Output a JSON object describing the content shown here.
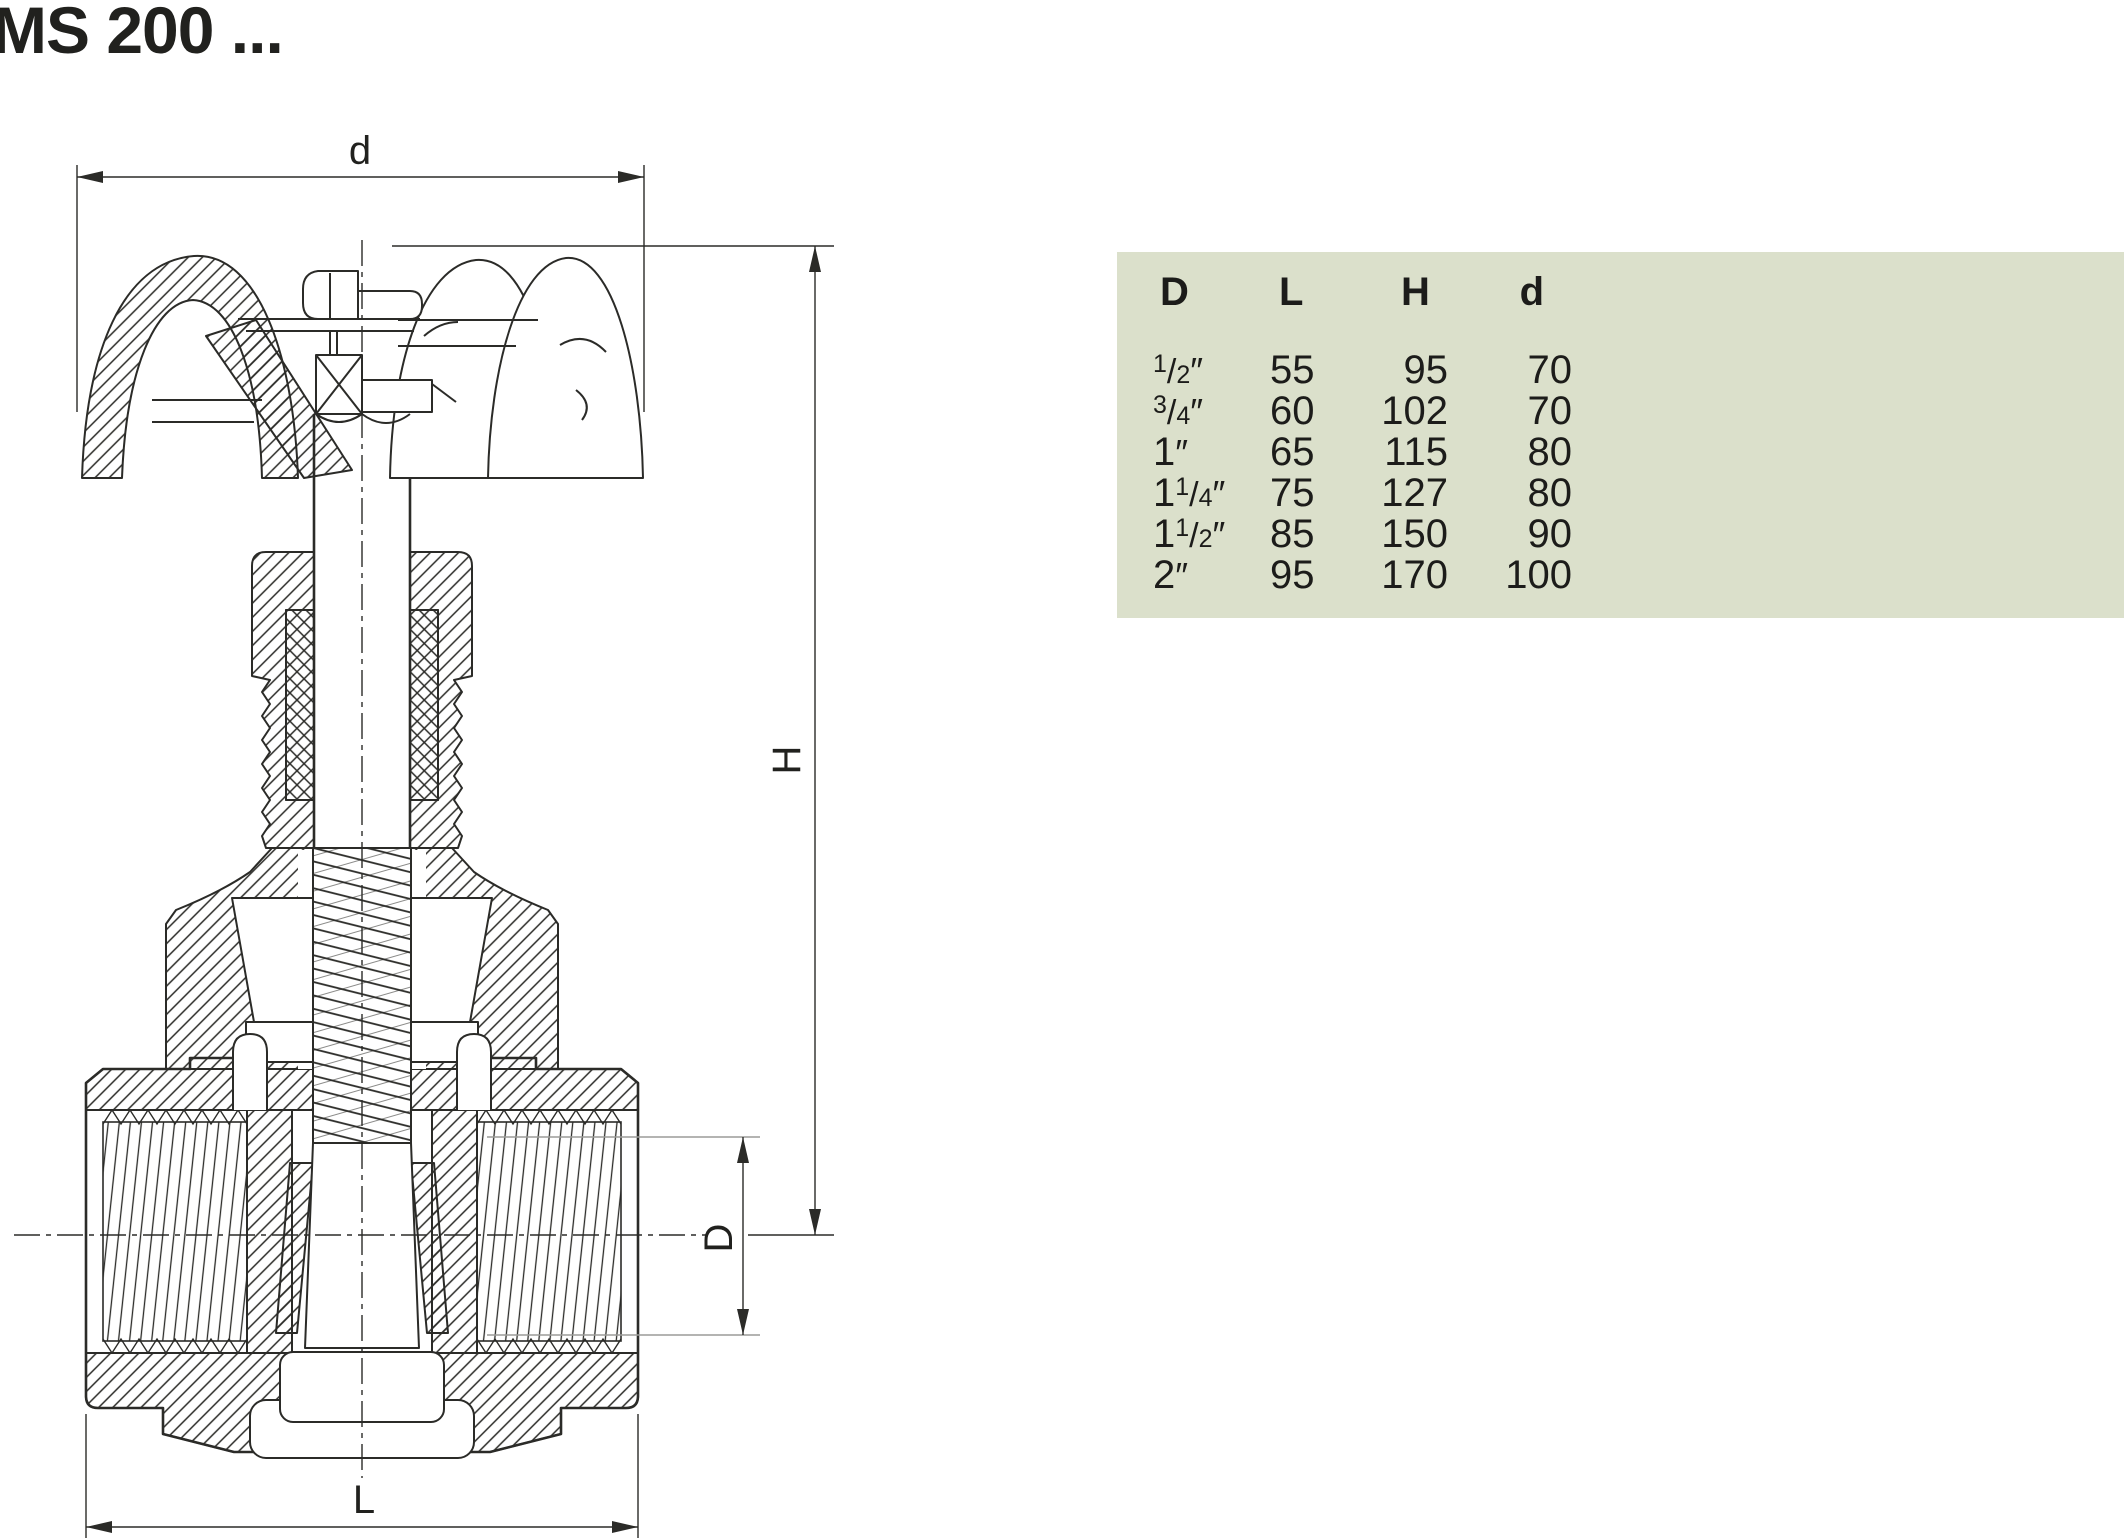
{
  "page": {
    "title": "MS 200 ..."
  },
  "drawing": {
    "dim_labels": {
      "d": "d",
      "H": "H",
      "D": "D",
      "L": "L"
    },
    "line_color": "#2b2b28",
    "extension_gray": "#9b9b98"
  },
  "table": {
    "background": "#dbe0cb",
    "headers": {
      "D": "D",
      "L": "L",
      "H": "H",
      "d": "d"
    },
    "rows": [
      {
        "whole": "",
        "num": "1",
        "sep": "/",
        "den": "2",
        "quote": "″",
        "l": "55",
        "h": "95",
        "d": "70"
      },
      {
        "whole": "",
        "num": "3",
        "sep": "/",
        "den": "4",
        "quote": "″",
        "l": "60",
        "h": "102",
        "d": "70"
      },
      {
        "whole": "1",
        "num": "",
        "sep": "",
        "den": "",
        "quote": "″",
        "l": "65",
        "h": "115",
        "d": "80"
      },
      {
        "whole": "1",
        "num": "1",
        "sep": "/",
        "den": "4",
        "quote": "″",
        "l": "75",
        "h": "127",
        "d": "80"
      },
      {
        "whole": "1",
        "num": "1",
        "sep": "/",
        "den": "2",
        "quote": "″",
        "l": "85",
        "h": "150",
        "d": "90"
      },
      {
        "whole": "2",
        "num": "",
        "sep": "",
        "den": "",
        "quote": "″",
        "l": "95",
        "h": "170",
        "d": "100"
      }
    ]
  }
}
